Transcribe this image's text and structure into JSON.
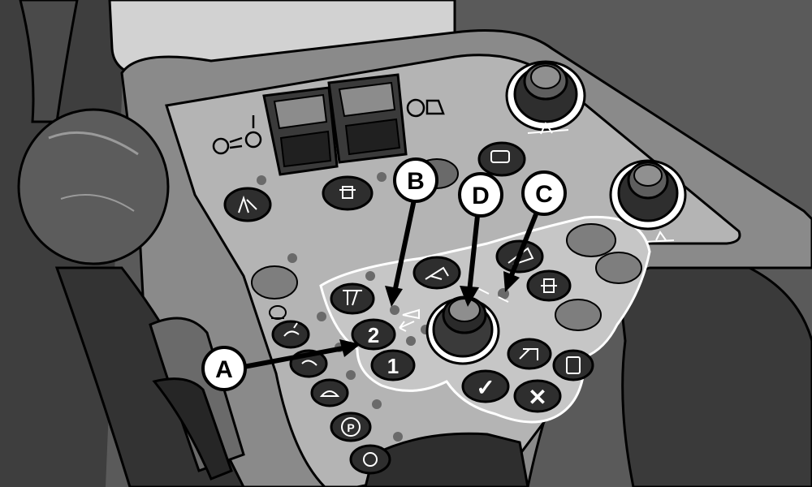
{
  "callouts": {
    "a": "A",
    "b": "B",
    "c": "C",
    "d": "D"
  },
  "buttons": {
    "gear_1": "1",
    "gear_2": "2",
    "park": "P",
    "confirm": "✓",
    "cancel": "✕",
    "switch_mark": "I"
  },
  "colors": {
    "panel": "#b4b4b4",
    "dark": "#454545",
    "console": "#6e6e6e",
    "outline": "#000000",
    "lamp": "#6a6a6a"
  }
}
